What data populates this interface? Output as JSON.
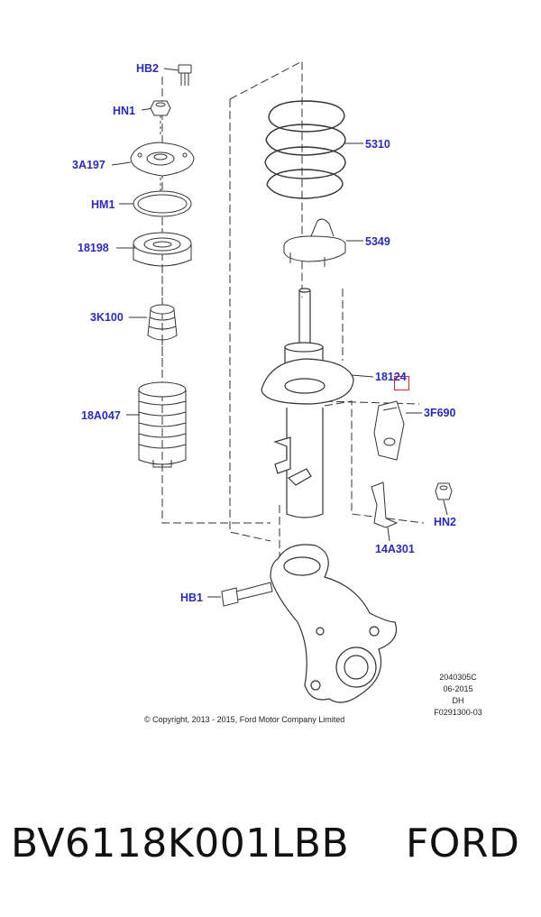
{
  "callouts": {
    "hb2": "HB2",
    "hn1": "HN1",
    "a3_197": "3A197",
    "hm1": "HM1",
    "p18198": "18198",
    "k3_100": "3K100",
    "a18_047": "18A047",
    "p5310": "5310",
    "p5349": "5349",
    "p18124": "18124",
    "f3_690": "3F690",
    "hn2": "HN2",
    "a14_301": "14A301",
    "hb1": "HB1"
  },
  "meta": {
    "ref": "2040305C",
    "date": "06-2015",
    "code": "DH",
    "figure": "F0291300-03"
  },
  "copyright": "© Copyright, 2013 - 2015, Ford Motor Company Limited",
  "caption": {
    "part_number": "BV6118K001LBB",
    "brand": "FORD"
  },
  "colors": {
    "callout": "#2b2bb8",
    "highlight": "#e02020",
    "line": "#333333"
  }
}
